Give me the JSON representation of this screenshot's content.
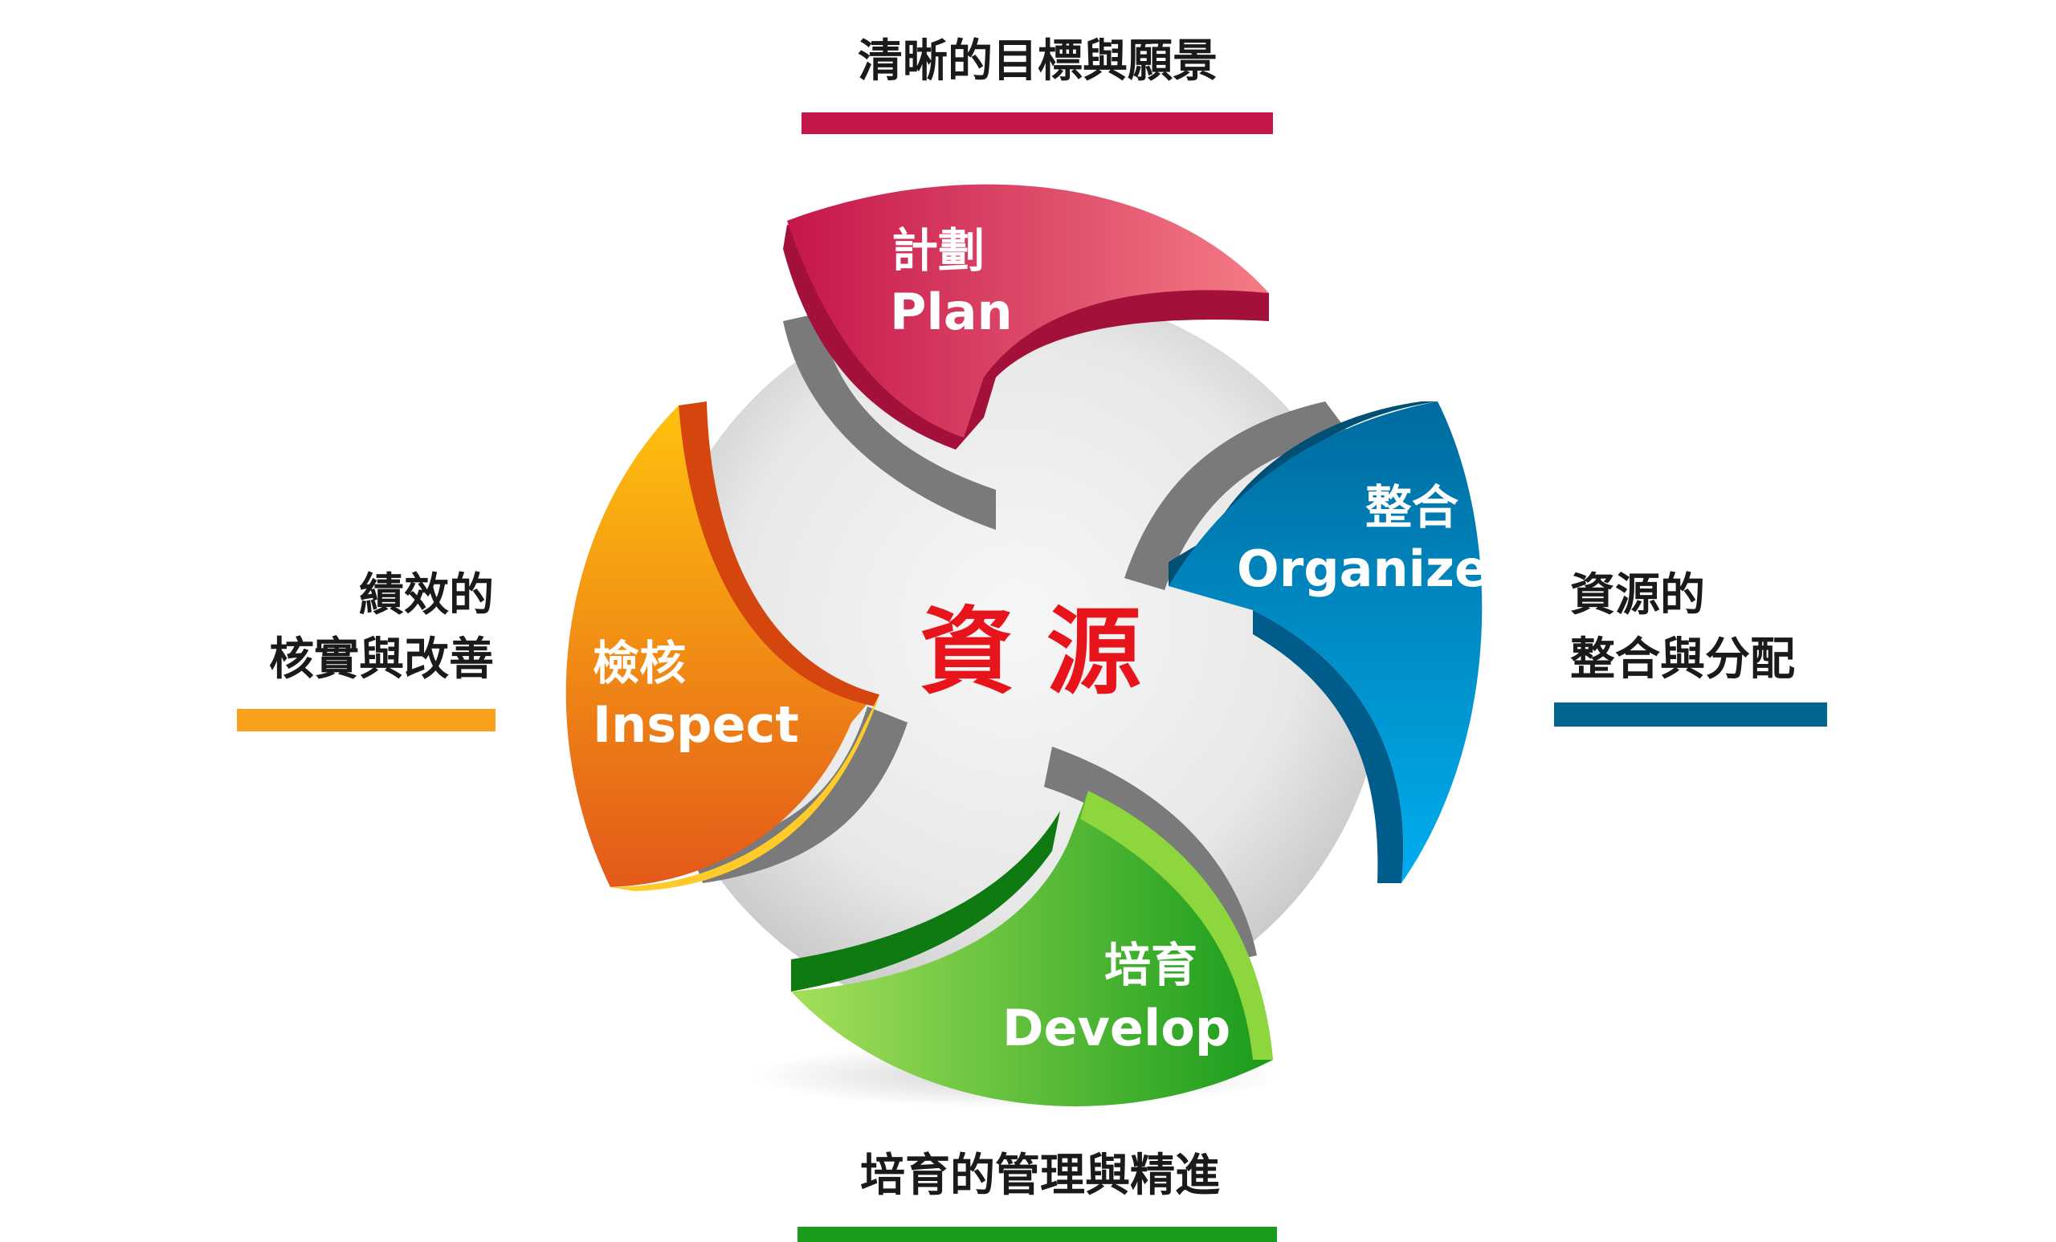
{
  "center": {
    "label": "資源",
    "color": "#e8141b"
  },
  "petals": [
    {
      "id": "plan",
      "cn": "計劃",
      "en": "Plan",
      "color_light": "#f47c86",
      "color_dark": "#c5164a"
    },
    {
      "id": "organize",
      "cn": "整合",
      "en": "Organize",
      "color_light": "#00aeef",
      "color_dark": "#006b9e"
    },
    {
      "id": "develop",
      "cn": "培育",
      "en": "Develop",
      "color_light": "#a5e05a",
      "color_dark": "#199b1c"
    },
    {
      "id": "inspect",
      "cn": "檢核",
      "en": "Inspect",
      "color_light": "#ffc20e",
      "color_dark": "#e3591a"
    }
  ],
  "captions": {
    "top": {
      "lines": [
        "清晰的目標與願景"
      ],
      "bar_color": "#c5164a"
    },
    "right": {
      "lines": [
        "資源的",
        "整合與分配"
      ],
      "bar_color": "#00658f"
    },
    "bottom": {
      "lines": [
        "培育的管理與精進"
      ],
      "bar_color": "#199b1c"
    },
    "left": {
      "lines": [
        "績效的",
        "核實與改善"
      ],
      "bar_color": "#f9a11b"
    }
  }
}
